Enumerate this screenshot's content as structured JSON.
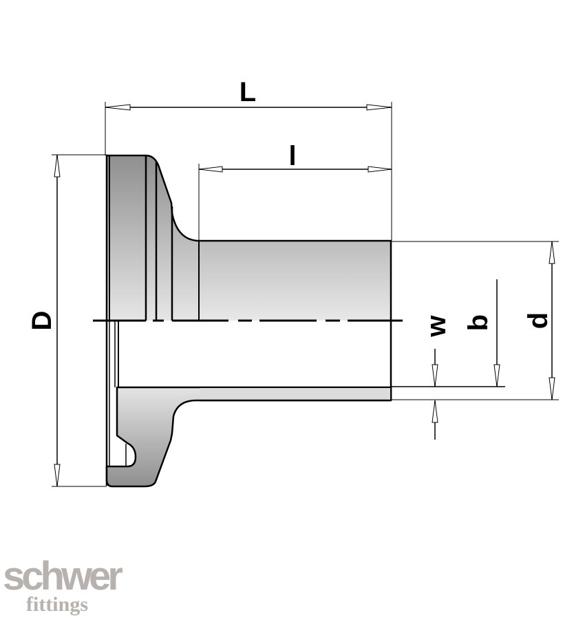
{
  "diagram": {
    "title": "Flange ferrule technical drawing",
    "colors": {
      "line": "#000000",
      "shade_dark": "#8f8f8f",
      "shade_light": "#e6e6e6",
      "background": "#ffffff",
      "logo": "#b7b2ae"
    },
    "dimensions": {
      "L": "L",
      "l": "l",
      "D": "D",
      "d": "d",
      "b": "b",
      "w": "w"
    }
  },
  "logo": {
    "brand": "schwer",
    "sub": "fittings"
  }
}
